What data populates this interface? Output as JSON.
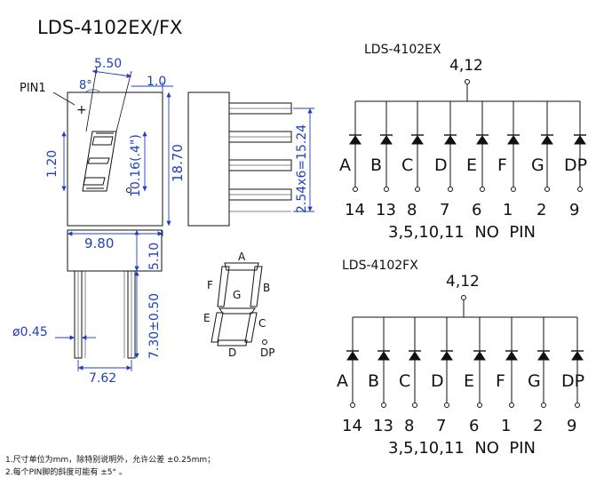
{
  "title": "LDS-4102EX/FX",
  "front_view": {
    "pin1_label": "PIN1",
    "dim_width_top": "5.50",
    "dim_angle": "8°",
    "dim_offset": "1.0",
    "dim_seg": "1.20",
    "dim_digit_height": "10.16(.4\")",
    "dim_height": "18.70",
    "dim_width_bottom": "9.80"
  },
  "side_view": {
    "dim_pitch": "2.54x6=15.24"
  },
  "bottom_view": {
    "dim_top": "5.10",
    "dim_pin_len": "7.30±0.50",
    "dim_pin_dia": "ø0.45",
    "dim_row": "7.62"
  },
  "segment_map": {
    "labels": [
      "A",
      "B",
      "C",
      "D",
      "E",
      "F",
      "G",
      "DP"
    ]
  },
  "schematics": [
    {
      "title": "LDS-4102EX",
      "common": "4,12",
      "segments": [
        "A",
        "B",
        "C",
        "D",
        "E",
        "F",
        "G",
        "DP"
      ],
      "pins": [
        "14",
        "13",
        "8",
        "7",
        "6",
        "1",
        "2",
        "9"
      ],
      "nc": "3,5,10,11  NO  PIN"
    },
    {
      "title": "LDS-4102FX",
      "common": "4,12",
      "segments": [
        "A",
        "B",
        "C",
        "D",
        "E",
        "F",
        "G",
        "DP"
      ],
      "pins": [
        "14",
        "13",
        "8",
        "7",
        "6",
        "1",
        "2",
        "9"
      ],
      "nc": "3,5,10,11  NO  PIN"
    }
  ],
  "notes": [
    "1.尺寸单位为mm，除特别说明外，允许公差 ±0.25mm；",
    "2.每个PIN脚的斜度可能有 ±5° 。"
  ]
}
